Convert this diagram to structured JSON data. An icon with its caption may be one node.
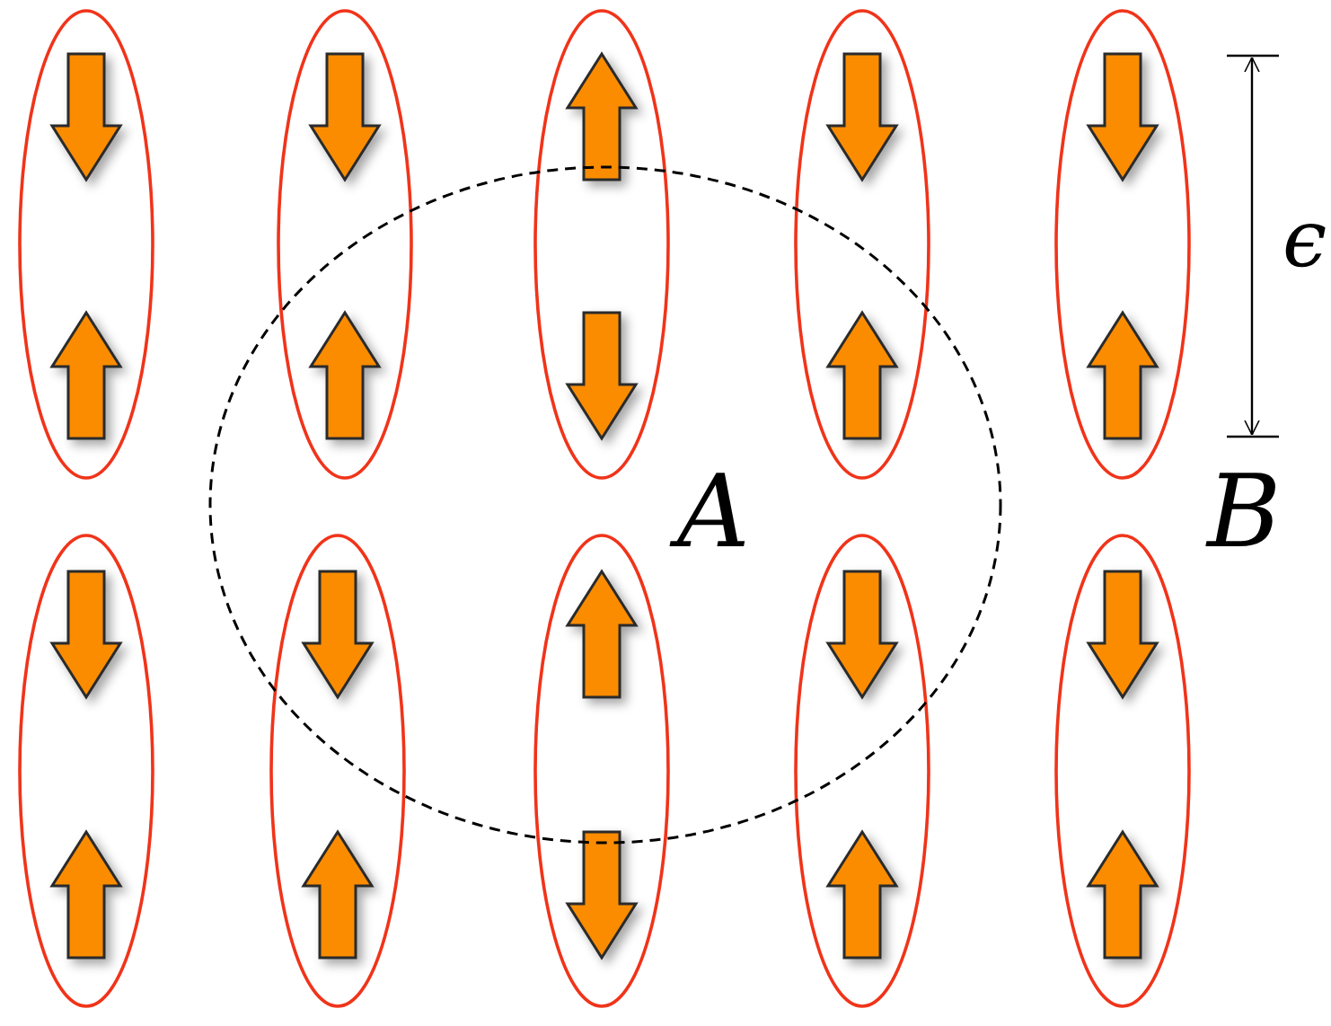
{
  "diagram": {
    "labels": [
      "ϵ",
      "A",
      "B"
    ]
  }
}
